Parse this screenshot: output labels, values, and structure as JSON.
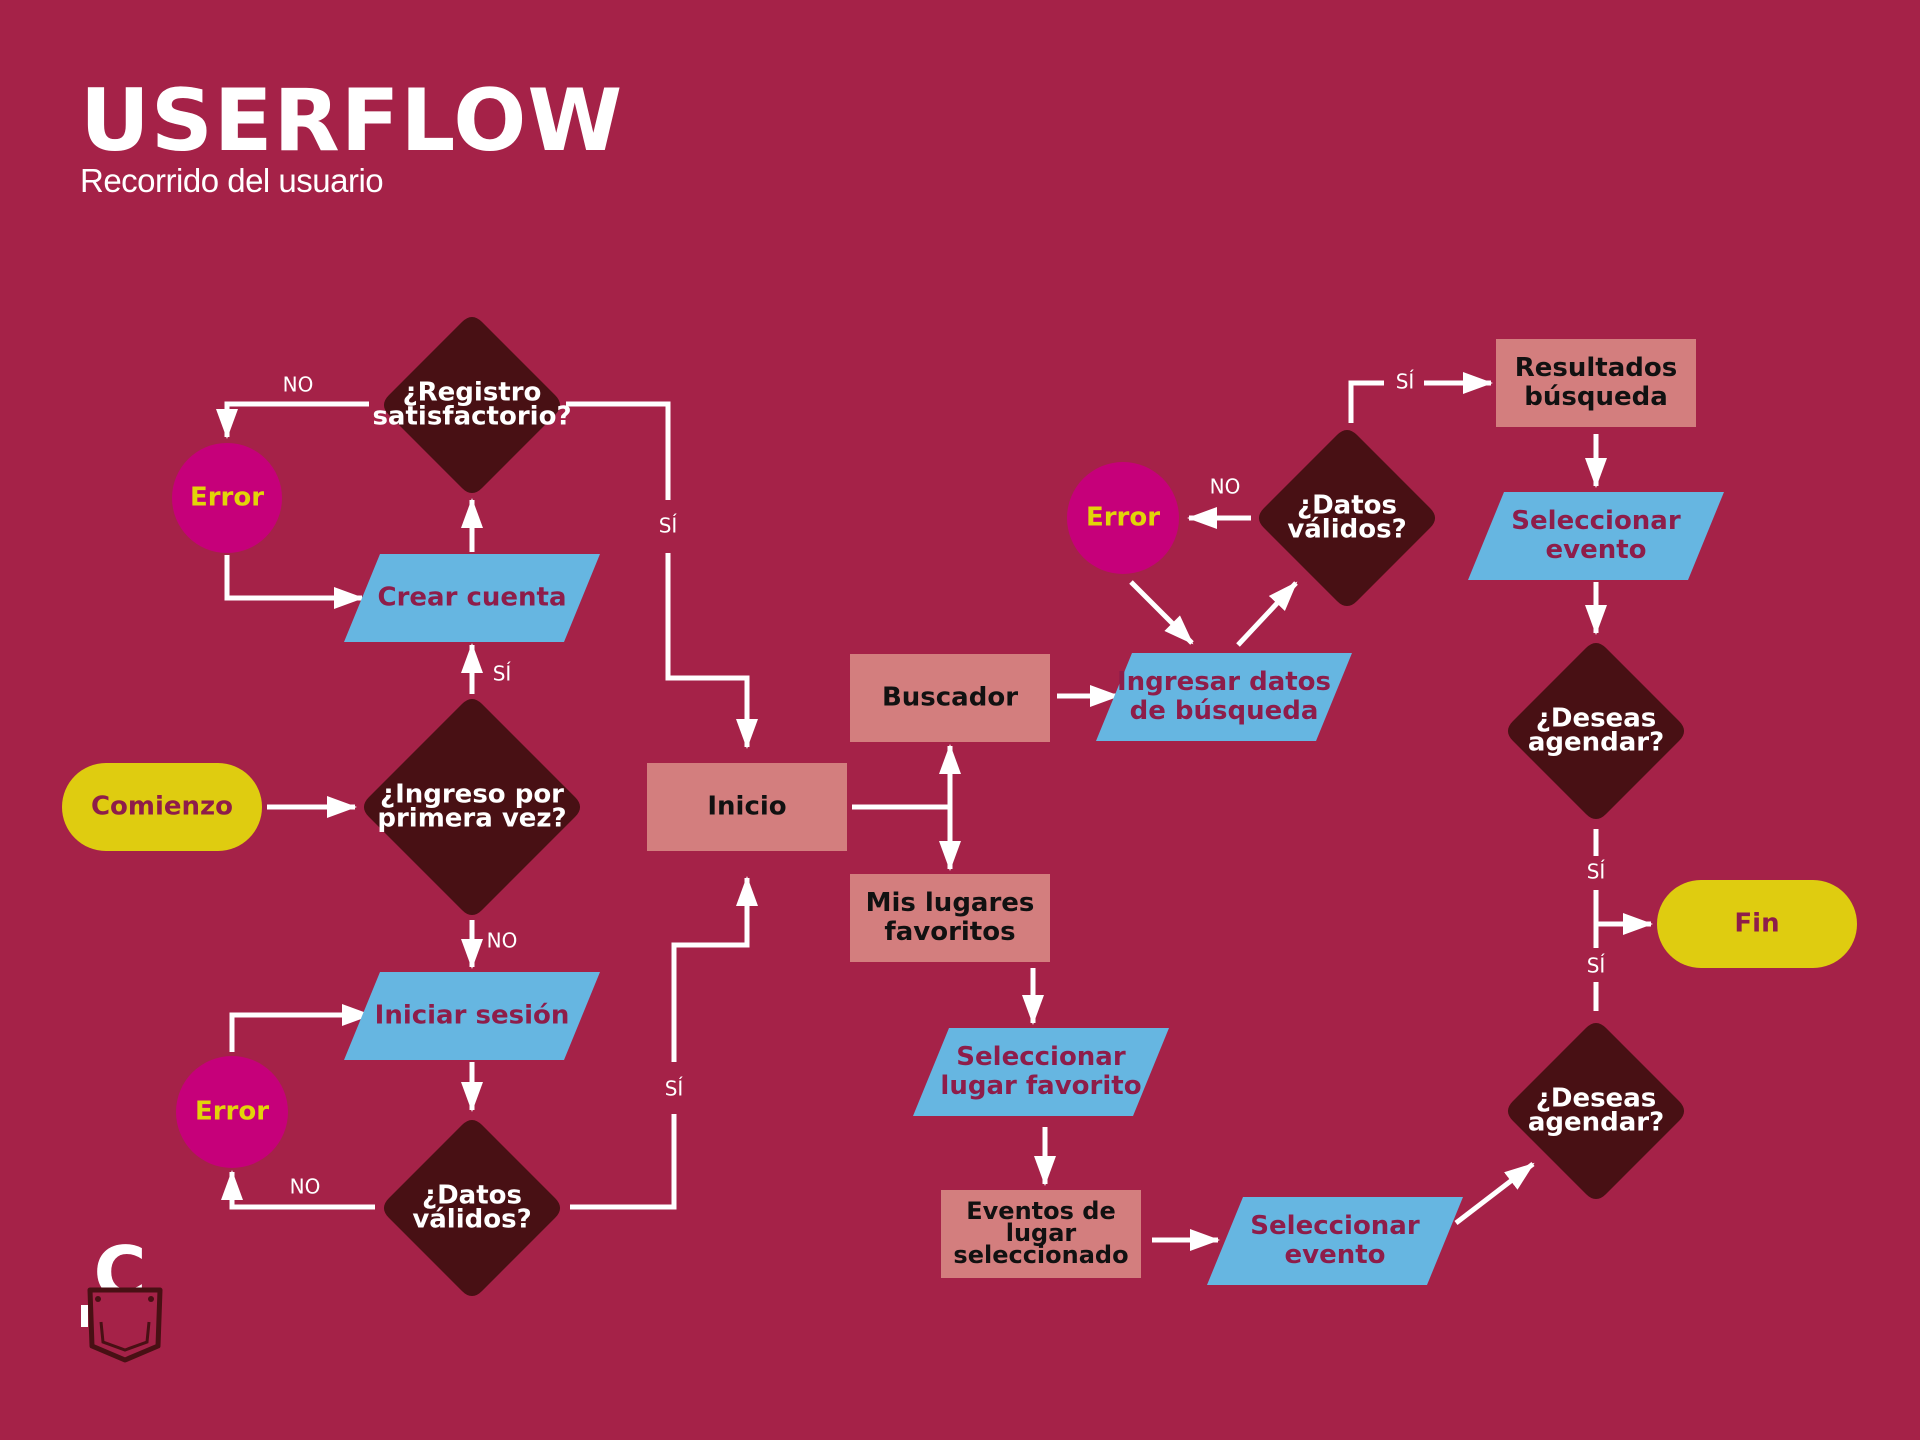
{
  "header": {
    "title": "USERFLOW",
    "subtitle": "Recorrido del usuario"
  },
  "colors": {
    "background": "#a52248",
    "terminal": "#dfcc10",
    "terminal_text": "#8e1d4a",
    "decision": "#481014",
    "decision_text": "#ffffff",
    "io": "#66b6e1",
    "io_text": "#8e1d4a",
    "process": "#d37e7e",
    "process_text": "#111111",
    "error": "#c6007a",
    "error_text": "#e2d408",
    "edge": "#ffffff"
  },
  "nodes": [
    {
      "id": "comienzo",
      "type": "terminal",
      "lines": [
        "Comienzo"
      ]
    },
    {
      "id": "ingreso",
      "type": "decision",
      "lines": [
        "¿Ingreso por",
        "primera vez?"
      ]
    },
    {
      "id": "crear",
      "type": "io",
      "lines": [
        "Crear cuenta"
      ]
    },
    {
      "id": "registro",
      "type": "decision",
      "lines": [
        "¿Registro",
        "satisfactorio?"
      ]
    },
    {
      "id": "error1",
      "type": "error",
      "lines": [
        "Error"
      ]
    },
    {
      "id": "iniciar",
      "type": "io",
      "lines": [
        "Iniciar sesión"
      ]
    },
    {
      "id": "datos1",
      "type": "decision",
      "lines": [
        "¿Datos",
        "válidos?"
      ]
    },
    {
      "id": "error2",
      "type": "error",
      "lines": [
        "Error"
      ]
    },
    {
      "id": "inicio",
      "type": "process",
      "lines": [
        "Inicio"
      ]
    },
    {
      "id": "buscador",
      "type": "process",
      "lines": [
        "Buscador"
      ]
    },
    {
      "id": "mislugares",
      "type": "process",
      "lines": [
        "Mis lugares",
        "favoritos"
      ]
    },
    {
      "id": "ingresardatos",
      "type": "io",
      "lines": [
        "Ingresar datos",
        "de búsqueda"
      ]
    },
    {
      "id": "datos2",
      "type": "decision",
      "lines": [
        "¿Datos",
        "válidos?"
      ]
    },
    {
      "id": "error3",
      "type": "error",
      "lines": [
        "Error"
      ]
    },
    {
      "id": "resultados",
      "type": "process",
      "lines": [
        "Resultados",
        "búsqueda"
      ]
    },
    {
      "id": "selevento1",
      "type": "io",
      "lines": [
        "Seleccionar",
        "evento"
      ]
    },
    {
      "id": "agendar1",
      "type": "decision",
      "lines": [
        "¿Deseas",
        "agendar?"
      ]
    },
    {
      "id": "fin",
      "type": "terminal",
      "lines": [
        "Fin"
      ]
    },
    {
      "id": "agendar2",
      "type": "decision",
      "lines": [
        "¿Deseas",
        "agendar?"
      ]
    },
    {
      "id": "sellugar",
      "type": "io",
      "lines": [
        "Seleccionar",
        "lugar favorito"
      ]
    },
    {
      "id": "eventos",
      "type": "process",
      "lines": [
        "Eventos de",
        "lugar",
        "seleccionado"
      ]
    },
    {
      "id": "selevento2",
      "type": "io",
      "lines": [
        "Seleccionar",
        "evento"
      ]
    }
  ],
  "edge_labels": [
    {
      "id": "lbl-registro-no",
      "text": "NO"
    },
    {
      "id": "lbl-registro-si",
      "text": "SÍ"
    },
    {
      "id": "lbl-ingreso-si",
      "text": "SÍ"
    },
    {
      "id": "lbl-ingreso-no",
      "text": "NO"
    },
    {
      "id": "lbl-datos1-no",
      "text": "NO"
    },
    {
      "id": "lbl-datos1-si",
      "text": "SÍ"
    },
    {
      "id": "lbl-datos2-no",
      "text": "NO"
    },
    {
      "id": "lbl-datos2-si",
      "text": "SÍ"
    },
    {
      "id": "lbl-agendar1-si",
      "text": "SÍ"
    },
    {
      "id": "lbl-agendar2-si",
      "text": "SÍ"
    }
  ],
  "logo": {
    "icon": "pocket-logo-icon",
    "letter": "C"
  }
}
